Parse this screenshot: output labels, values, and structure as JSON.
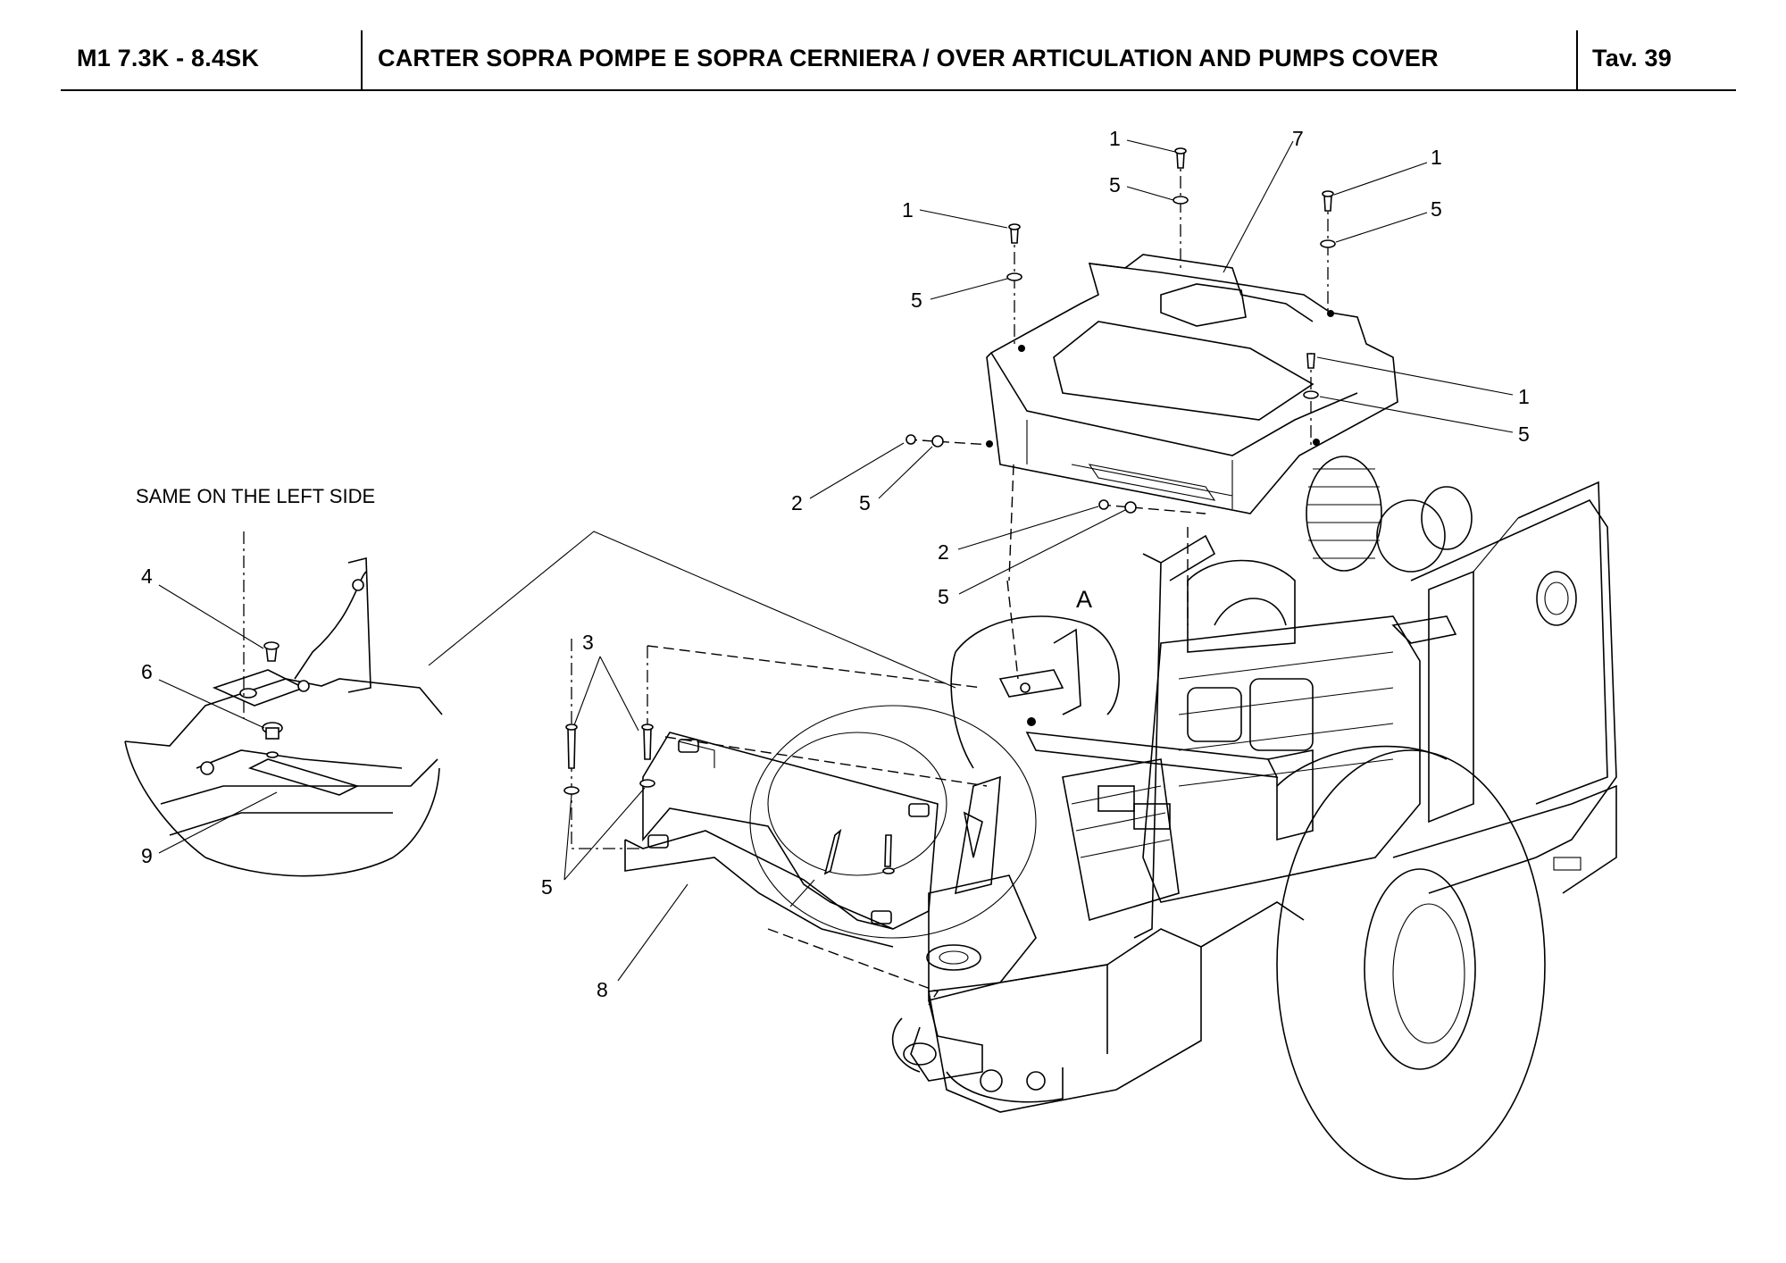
{
  "header": {
    "model": "M1 7.3K - 8.4SK",
    "title": "CARTER SOPRA POMPE E SOPRA CERNIERA / OVER ARTICULATION AND PUMPS COVER",
    "plate": "Tav.  39"
  },
  "detail": {
    "note": "SAME ON THE LEFT SIDE",
    "view_letter": "A"
  },
  "callouts": {
    "top_left_1": "1",
    "top_left_5": "5",
    "top_center_1": "1",
    "top_center_5": "5",
    "top_center_7": "7",
    "top_right_1": "1",
    "top_right_5": "5",
    "right_1": "1",
    "right_5": "5",
    "mid_2a": "2",
    "mid_5a": "5",
    "mid_2b": "2",
    "mid_5b": "5",
    "left_3": "3",
    "left_5": "5",
    "left_8": "8",
    "detail_4": "4",
    "detail_6": "6",
    "detail_9": "9"
  }
}
